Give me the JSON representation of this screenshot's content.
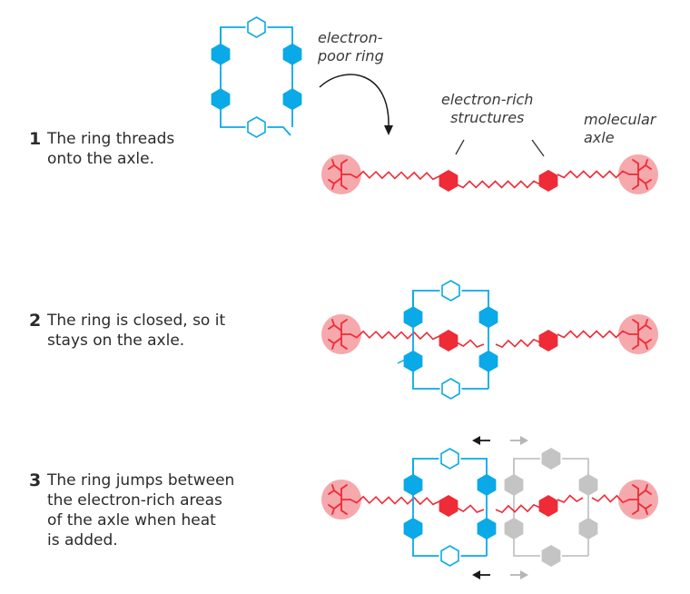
{
  "colors": {
    "ring_blue": "#0aa9e8",
    "axle_red": "#ee2b36",
    "stopper_fill": "#f5a9ad",
    "ghost_gray": "#c4c4c4",
    "arrow_black": "#1a1a1a",
    "arrow_gray": "#b5b5b5",
    "text": "#2b2b2b"
  },
  "labels": {
    "electron_poor_ring": "electron-\npoor ring",
    "electron_rich_structures": "electron-rich\nstructures",
    "molecular_axle": "molecular\naxle"
  },
  "steps": [
    {
      "number": "1",
      "text": "The ring threads\nonto the axle."
    },
    {
      "number": "2",
      "text": "The ring is closed, so it\nstays on the axle."
    },
    {
      "number": "3",
      "text": "The ring jumps between\nthe electron-rich areas\nof the axle when heat\nis added."
    }
  ],
  "arrows": {
    "active_direction": "left",
    "inactive_direction": "right"
  }
}
